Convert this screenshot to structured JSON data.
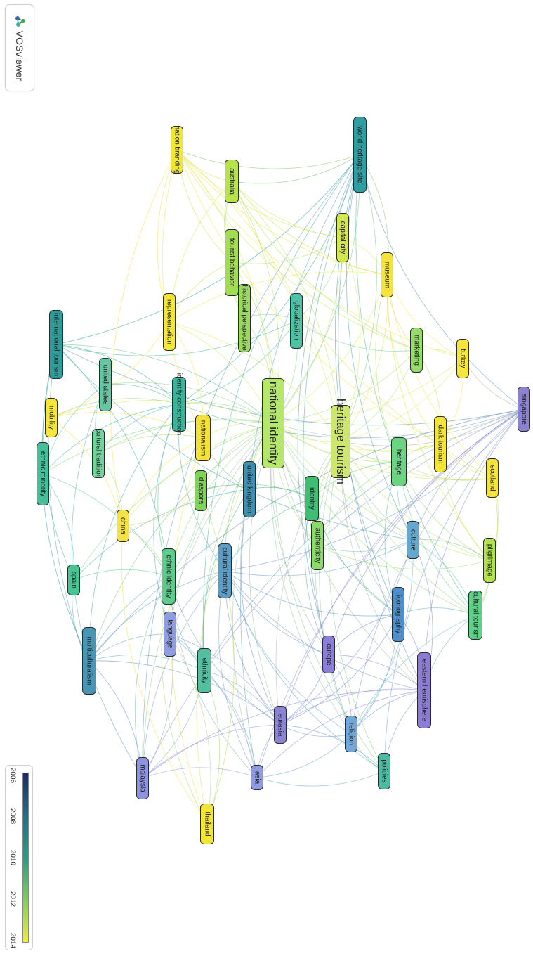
{
  "app": {
    "brand_label": "VOSviewer"
  },
  "legend": {
    "ticks": [
      "2006",
      "2008",
      "2010",
      "2012",
      "2014"
    ]
  },
  "nodes": [
    {
      "id": "national-identity",
      "label": "national identity",
      "color": "#b5e86a",
      "major": true
    },
    {
      "id": "heritage-tourism",
      "label": "heritage tourism",
      "color": "#cde66c",
      "major": true
    },
    {
      "id": "identity-construction",
      "label": "identity construction",
      "color": "#3bb39a"
    },
    {
      "id": "ethnic-identity",
      "label": "ethnic identity",
      "color": "#5ccc8a"
    },
    {
      "id": "cultural-identity",
      "label": "cultural identity",
      "color": "#5a9dc6"
    },
    {
      "id": "international-tourism",
      "label": "international tourism",
      "color": "#2a9d9a"
    },
    {
      "id": "world-heritage-site",
      "label": "world heritage site",
      "color": "#2f9ea2"
    },
    {
      "id": "nation-branding",
      "label": "nation branding",
      "color": "#f2e635"
    },
    {
      "id": "australia",
      "label": "australia",
      "color": "#b6e24a"
    },
    {
      "id": "tourist-behavior",
      "label": "tourist behavior",
      "color": "#a2dc52"
    },
    {
      "id": "historical-perspective",
      "label": "historical perspective",
      "color": "#99d95c"
    },
    {
      "id": "globalization",
      "label": "globalization",
      "color": "#4bc3a5"
    },
    {
      "id": "capital-city",
      "label": "capital city",
      "color": "#d2e651"
    },
    {
      "id": "museum",
      "label": "museum",
      "color": "#f4e33c"
    },
    {
      "id": "representation",
      "label": "representation",
      "color": "#f3e63a"
    },
    {
      "id": "marketing",
      "label": "marketing",
      "color": "#96dc6d"
    },
    {
      "id": "turkey",
      "label": "turkey",
      "color": "#f5e63a"
    },
    {
      "id": "united-states",
      "label": "united states",
      "color": "#64c6a3"
    },
    {
      "id": "mobility",
      "label": "mobility",
      "color": "#f5e63a"
    },
    {
      "id": "singapore",
      "label": "singapore",
      "color": "#8b82d4"
    },
    {
      "id": "dark-tourism",
      "label": "dark tourism",
      "color": "#f4e338"
    },
    {
      "id": "nationalism",
      "label": "nationalism",
      "color": "#f3e138"
    },
    {
      "id": "cultural-tradition",
      "label": "cultural tradition",
      "color": "#6fd49a"
    },
    {
      "id": "ethnic-minority",
      "label": "ethnic minority",
      "color": "#44bf9a"
    },
    {
      "id": "united-kingdom",
      "label": "united kingdom",
      "color": "#3f8fb1"
    },
    {
      "id": "heritage",
      "label": "heritage",
      "color": "#6bd483"
    },
    {
      "id": "identity",
      "label": "identity",
      "color": "#3fbd72"
    },
    {
      "id": "diaspora",
      "label": "diaspora",
      "color": "#7fd35b"
    },
    {
      "id": "china",
      "label": "china",
      "color": "#f4e240"
    },
    {
      "id": "scotland",
      "label": "scotland",
      "color": "#f4e33c"
    },
    {
      "id": "authenticity",
      "label": "authenticity",
      "color": "#8cd96c"
    },
    {
      "id": "culture",
      "label": "culture",
      "color": "#64a8cf"
    },
    {
      "id": "pilgrimage",
      "label": "pilgrimage",
      "color": "#b3e24d"
    },
    {
      "id": "spain",
      "label": "spain",
      "color": "#48c594"
    },
    {
      "id": "iconography",
      "label": "iconography",
      "color": "#4d8fc8"
    },
    {
      "id": "cultural-tourism",
      "label": "cultural tourism",
      "color": "#60cf88"
    },
    {
      "id": "language",
      "label": "language",
      "color": "#8c9ee0"
    },
    {
      "id": "multiculturalism",
      "label": "multiculturalism",
      "color": "#4896b3"
    },
    {
      "id": "europe",
      "label": "europe",
      "color": "#8a7ed8"
    },
    {
      "id": "ethnicity",
      "label": "ethnicity",
      "color": "#53bfa1"
    },
    {
      "id": "eastern-hemisphere",
      "label": "eastern hemisphere",
      "color": "#8c7cd7"
    },
    {
      "id": "eurasia",
      "label": "eurasia",
      "color": "#8a84d2"
    },
    {
      "id": "religion",
      "label": "religion",
      "color": "#6fa8db"
    },
    {
      "id": "malaysia",
      "label": "malaysia",
      "color": "#8e93e0"
    },
    {
      "id": "asia",
      "label": "asia",
      "color": "#8f9ae0"
    },
    {
      "id": "policies",
      "label": "policies",
      "color": "#4cb9a1"
    },
    {
      "id": "thailand",
      "label": "thailand",
      "color": "#f1e537"
    }
  ]
}
